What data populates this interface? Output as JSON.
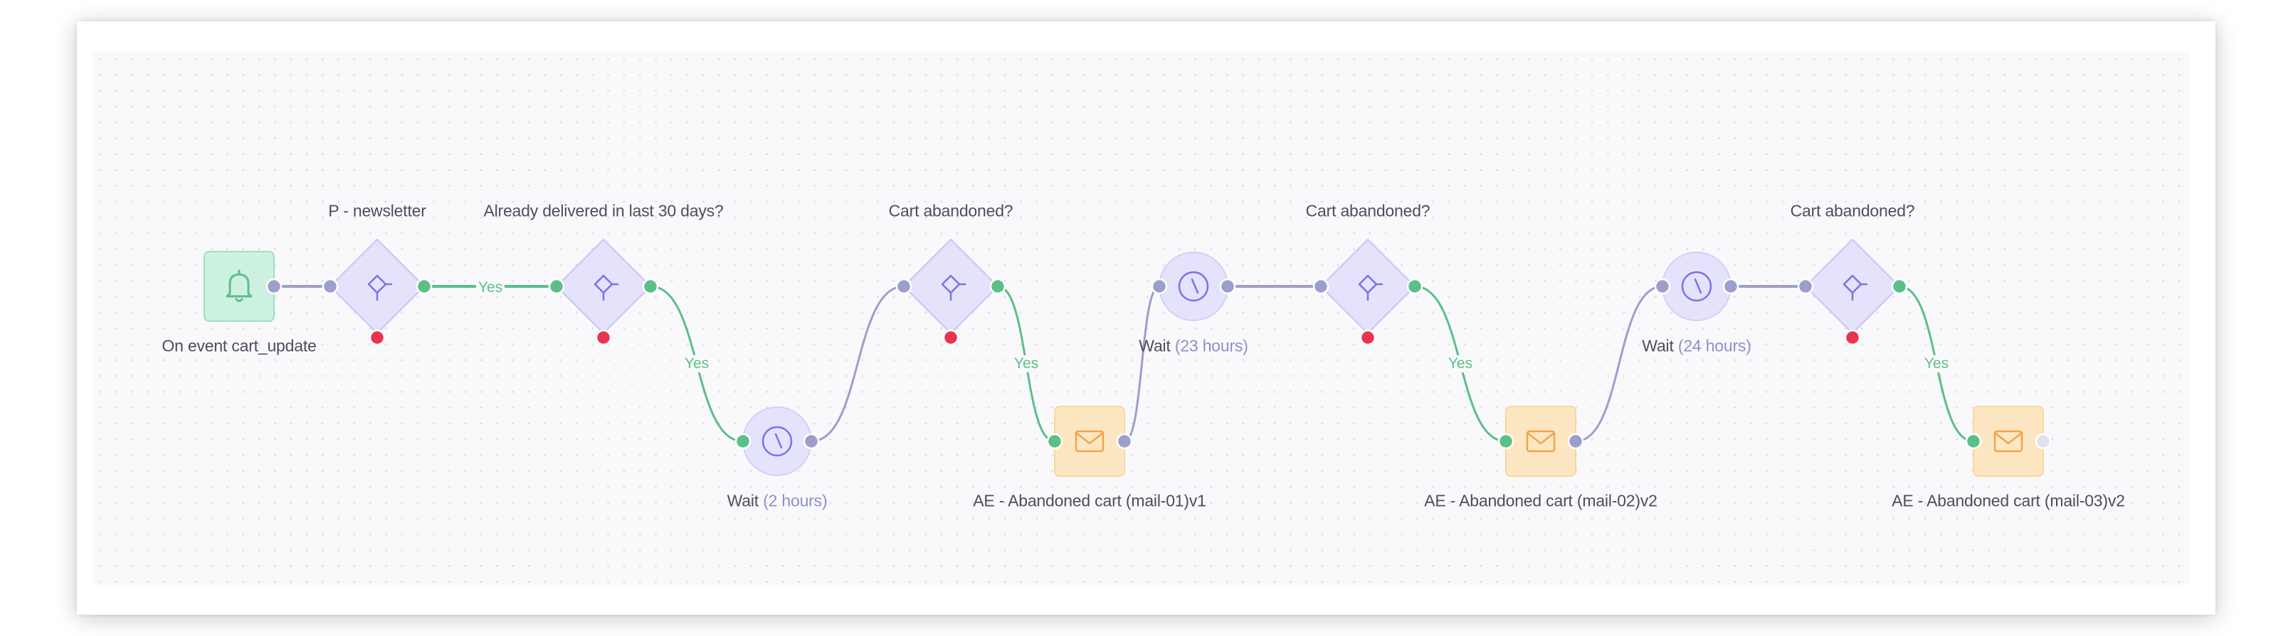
{
  "colors": {
    "trigger_fill": "#cdf1e1",
    "trigger_stroke": "#9fe0c1",
    "trigger_icon": "#5bbf88",
    "condition_fill": "#e5e3fb",
    "condition_stroke": "#c9c4f5",
    "condition_icon": "#7a72e8",
    "wait_fill": "#e5e3fb",
    "wait_stroke": "#d3cff7",
    "wait_icon": "#7a72e8",
    "email_fill": "#fde7c2",
    "email_stroke": "#f8d79b",
    "email_icon": "#f0a54a",
    "edge_default": "#9c9ecb",
    "edge_yes": "#5bbf88",
    "port_default": "#9c9ecb",
    "port_yes": "#5bbf88",
    "port_no": "#e8344e",
    "port_unconnected": "#dfe1f0"
  },
  "nodes": [
    {
      "id": "trigger",
      "type": "trigger",
      "icon": "bell-icon",
      "label": "On event cart_update"
    },
    {
      "id": "cond1",
      "type": "condition",
      "icon": "condition-icon",
      "label": "P - newsletter"
    },
    {
      "id": "cond2",
      "type": "condition",
      "icon": "condition-icon",
      "label": "Already delivered in last 30 days?"
    },
    {
      "id": "wait1",
      "type": "wait",
      "icon": "clock-icon",
      "label": "Wait",
      "duration": "(2 hours)"
    },
    {
      "id": "cond3",
      "type": "condition",
      "icon": "condition-icon",
      "label": "Cart abandoned?"
    },
    {
      "id": "mail1",
      "type": "email",
      "icon": "envelope-icon",
      "label": "AE - Abandoned cart (mail-01)v1"
    },
    {
      "id": "wait2",
      "type": "wait",
      "icon": "clock-icon",
      "label": "Wait",
      "duration": "(23 hours)"
    },
    {
      "id": "cond4",
      "type": "condition",
      "icon": "condition-icon",
      "label": "Cart abandoned?"
    },
    {
      "id": "mail2",
      "type": "email",
      "icon": "envelope-icon",
      "label": "AE - Abandoned cart (mail-02)v2"
    },
    {
      "id": "wait3",
      "type": "wait",
      "icon": "clock-icon",
      "label": "Wait",
      "duration": "(24 hours)"
    },
    {
      "id": "cond5",
      "type": "condition",
      "icon": "condition-icon",
      "label": "Cart abandoned?"
    },
    {
      "id": "mail3",
      "type": "email",
      "icon": "envelope-icon",
      "label": "AE - Abandoned cart (mail-03)v2"
    }
  ],
  "edges": [
    {
      "from": "trigger",
      "to": "cond1",
      "label": ""
    },
    {
      "from": "cond1",
      "to": "cond2",
      "label": "Yes"
    },
    {
      "from": "cond2",
      "to": "wait1",
      "label": "Yes"
    },
    {
      "from": "wait1",
      "to": "cond3",
      "label": ""
    },
    {
      "from": "cond3",
      "to": "mail1",
      "label": "Yes"
    },
    {
      "from": "mail1",
      "to": "wait2",
      "label": ""
    },
    {
      "from": "wait2",
      "to": "cond4",
      "label": ""
    },
    {
      "from": "cond4",
      "to": "mail2",
      "label": "Yes"
    },
    {
      "from": "mail2",
      "to": "wait3",
      "label": ""
    },
    {
      "from": "wait3",
      "to": "cond5",
      "label": ""
    },
    {
      "from": "cond5",
      "to": "mail3",
      "label": "Yes"
    }
  ]
}
